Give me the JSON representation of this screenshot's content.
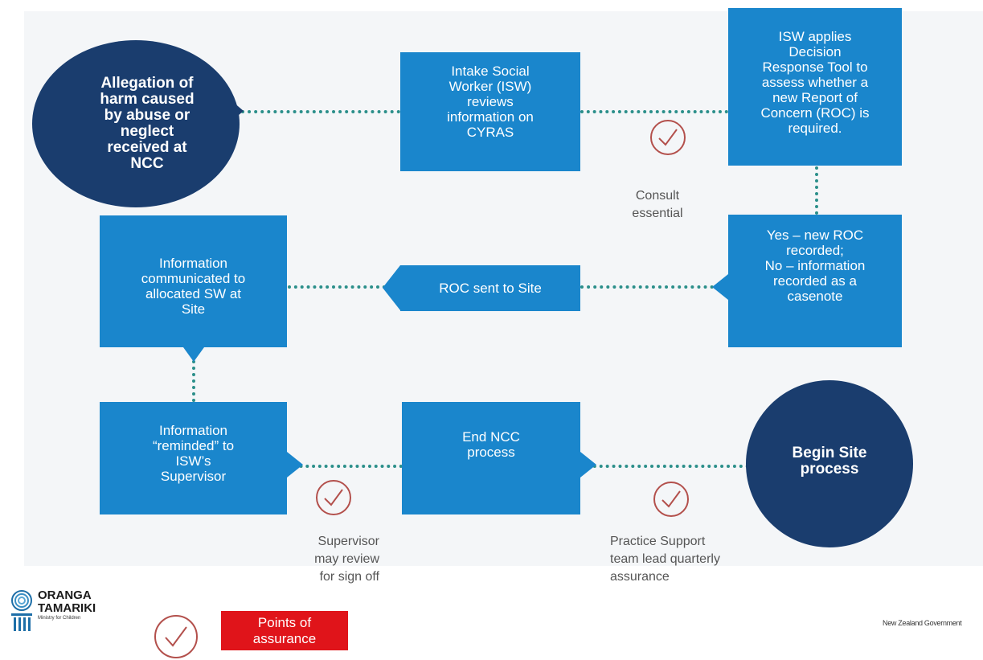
{
  "nodes": {
    "allegation": "Allegation of\nharm caused\nby abuse or\nneglect\nreceived at\nNCC",
    "intake_review": "Intake Social\nWorker (ISW)\nreviews\ninformation on\nCYRAS",
    "decision_tool": "ISW applies\nDecision\nResponse Tool to\nassess whether a\nnew Report of\nConcern (ROC) is\nrequired.",
    "outcome": "Yes – new ROC\nrecorded;\nNo – information\nrecorded as a\ncasenote",
    "roc_sent": "ROC sent to Site",
    "info_communicated": "Information\ncommunicated to\nallocated SW at\nSite",
    "info_reminded": "Information\n“reminded” to\nISW’s\nSupervisor",
    "end_ncc": "End NCC\nprocess",
    "begin_site": "Begin Site\nprocess"
  },
  "assurance_points": {
    "consult": "Consult\nessential",
    "supervisor": "Supervisor\nmay review\nfor sign off",
    "practice_support": "Practice Support\nteam lead quarterly\nassurance"
  },
  "legend": {
    "label": "Points of\nassurance"
  },
  "logo": {
    "line1": "ORANGA",
    "line2": "TAMARIKI",
    "line3": "Ministry for Children"
  },
  "footer": {
    "government": "New Zealand Government"
  },
  "colors": {
    "box": "#1a86cc",
    "circle": "#1a3d6e",
    "dots": "#2b8f8a",
    "check": "#b3504c",
    "legend": "#e0141a"
  }
}
